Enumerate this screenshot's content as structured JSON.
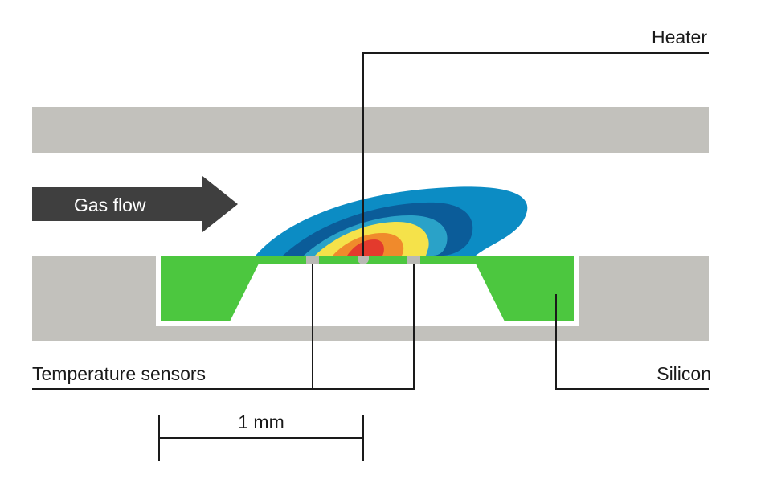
{
  "labels": {
    "heater": "Heater",
    "gas_flow": "Gas flow",
    "temperature_sensors": "Temperature sensors",
    "silicon": "Silicon",
    "scale": "1 mm"
  },
  "colors": {
    "channel_wall": "#c2c1bc",
    "silicon": "#4cc73f",
    "arrow": "#3f3f3f",
    "line": "#1a1a1a",
    "sensor": "#b9b9b5",
    "heat_1": "#0c8cc4",
    "heat_2": "#0b5c99",
    "heat_3": "#2aa2c8",
    "heat_4": "#f5e24a",
    "heat_5": "#f08a2c",
    "heat_6": "#e33a2d"
  }
}
